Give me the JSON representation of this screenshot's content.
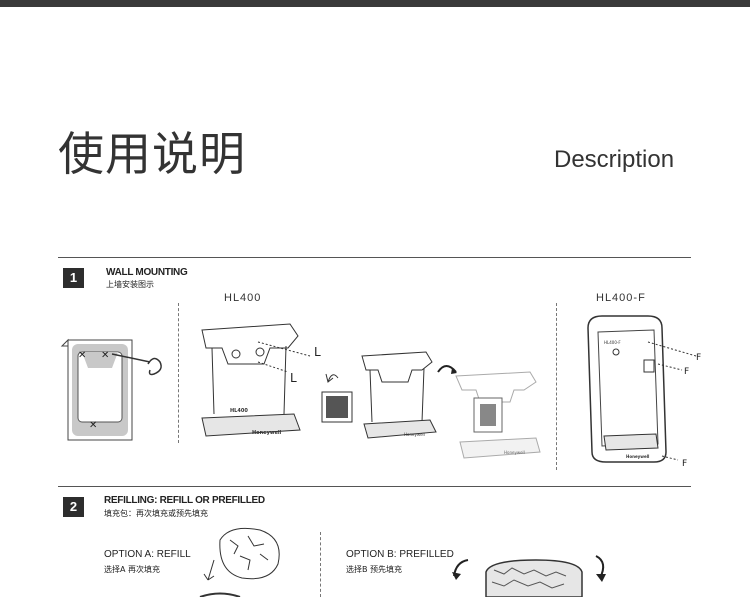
{
  "header": {
    "title_cn": "使用说明",
    "title_en": "Description"
  },
  "section1": {
    "number": "1",
    "title_en": "WALL MOUNTING",
    "title_cn": "上墙安装图示",
    "model_left": "HL400",
    "model_right": "HL400-F",
    "marks": {
      "l": "L",
      "f": "F"
    },
    "brand": "Honeywell",
    "product_label": "HL400",
    "product_label_f": "HL400-F"
  },
  "section2": {
    "number": "2",
    "title_en": "REFILLING: REFILL OR PREFILLED",
    "title_cn": "填充包：再次填充或预先填充",
    "option_a_en": "OPTION A: REFILL",
    "option_a_cn": "选择A 再次填充",
    "option_b_en": "OPTION B: PREFILLED",
    "option_b_cn": "选择B 预先填充"
  },
  "colors": {
    "topbar": "#3a3a3a",
    "badge": "#2d2d2d",
    "panel_gray": "#c8c8c8"
  }
}
